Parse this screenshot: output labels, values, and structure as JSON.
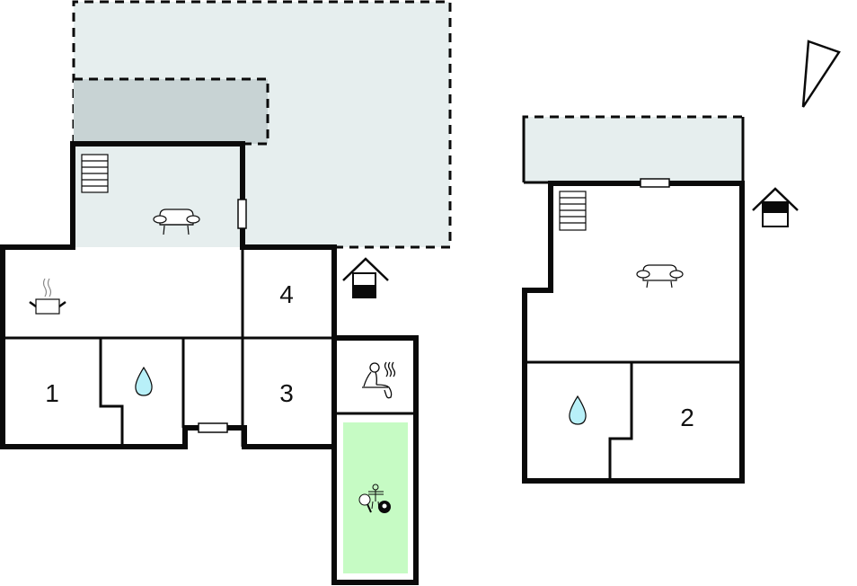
{
  "plan": {
    "type": "floor-plan",
    "colors": {
      "wall": "#0a0a0a",
      "terrace": "#e6eeee",
      "covered_terrace": "#c8d3d4",
      "activity_room": "#c6fbc4",
      "water_drop": "#b8f0f8",
      "background": "#ffffff"
    },
    "buildings": [
      {
        "id": "main-house",
        "rooms": [
          {
            "label": "1",
            "type": "bedroom"
          },
          {
            "label": "3",
            "type": "bedroom"
          },
          {
            "label": "4",
            "type": "bedroom"
          },
          {
            "label": "",
            "type": "bathroom",
            "icon": "water-drop-icon"
          },
          {
            "label": "",
            "type": "kitchen",
            "icon": "cooking-pot-icon"
          },
          {
            "label": "",
            "type": "living-room",
            "icon": "sofa-icon"
          },
          {
            "label": "",
            "type": "sauna",
            "icon": "sauna-icon"
          },
          {
            "label": "",
            "type": "activity-room",
            "icon": "table-tennis-billiard-foosball-icon"
          }
        ],
        "outdoor": [
          "terrace",
          "covered-terrace"
        ],
        "entrance_icon": "house-entrance-icon"
      },
      {
        "id": "annex",
        "rooms": [
          {
            "label": "2",
            "type": "bedroom"
          },
          {
            "label": "",
            "type": "bathroom",
            "icon": "water-drop-icon"
          },
          {
            "label": "",
            "type": "living-room",
            "icon": "sofa-icon"
          }
        ],
        "outdoor": [
          "terrace"
        ],
        "entrance_icon": "house-entrance-icon"
      }
    ],
    "room_labels": {
      "r1": "1",
      "r2": "2",
      "r3": "3",
      "r4": "4"
    },
    "north_indicator": "north-arrow-icon"
  }
}
